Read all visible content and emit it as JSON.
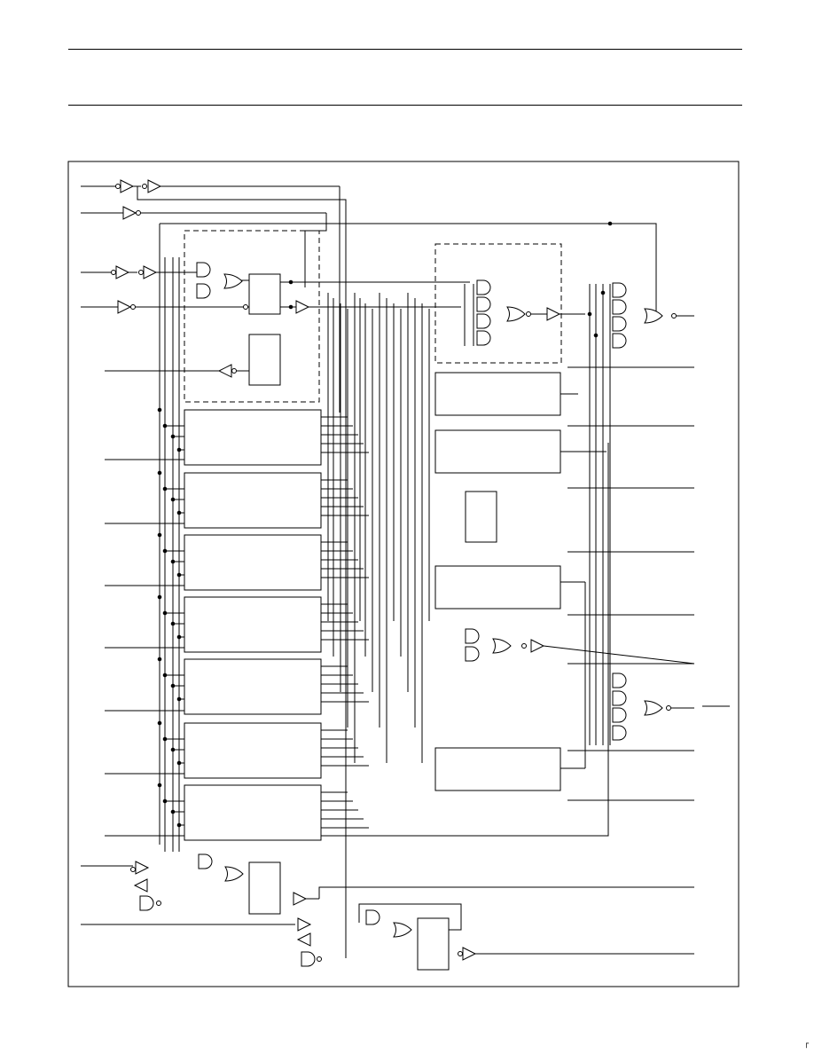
{
  "page": {
    "header_text": "",
    "corner_mark": "┌"
  },
  "diagram": {
    "kind": "logic-block-diagram",
    "functional_blocks": 11,
    "dashed_groups": 2,
    "line_color": "#000000",
    "background": "#ffffff"
  }
}
